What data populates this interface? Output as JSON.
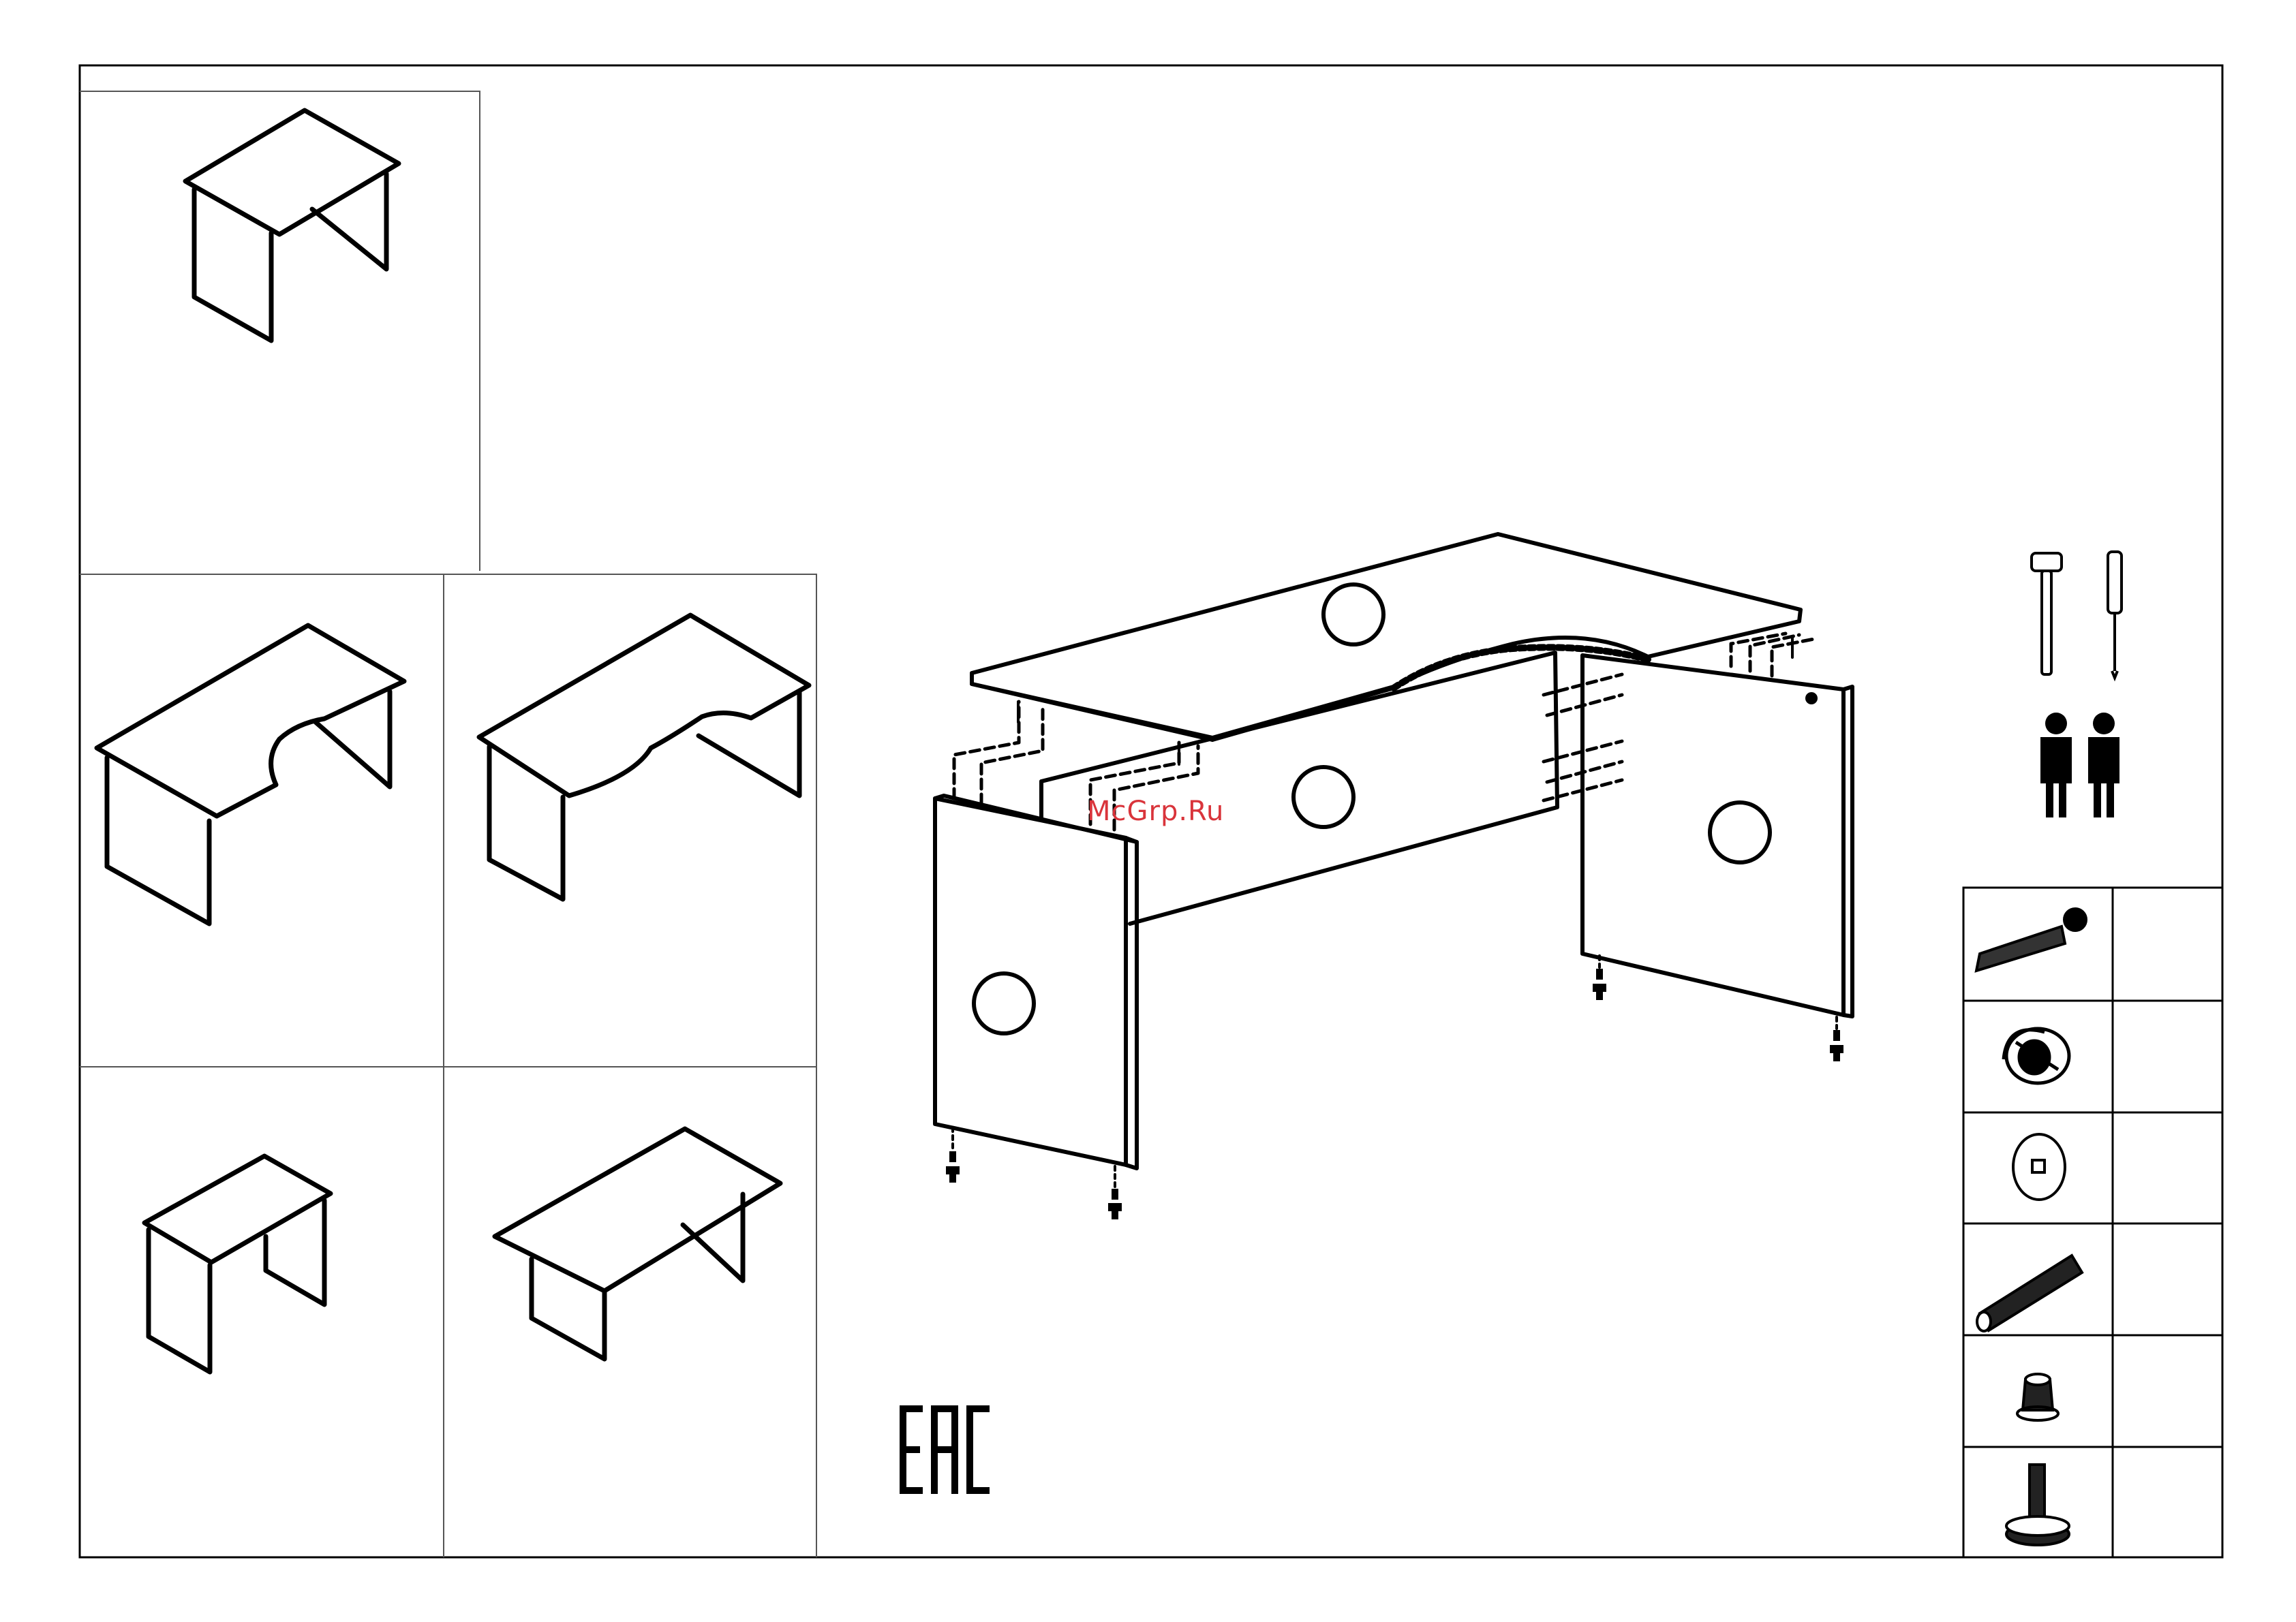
{
  "document": {
    "type": "furniture assembly instruction sheet",
    "watermark": "McGrp.Ru",
    "certification_mark": "EAC"
  },
  "variants": [
    {
      "name": "rectangular-desk-small"
    },
    {
      "name": "corner-desk-left"
    },
    {
      "name": "corner-desk-right"
    },
    {
      "name": "rectangular-desk-compact"
    },
    {
      "name": "rectangular-desk-wide"
    }
  ],
  "tools": [
    {
      "icon": "mallet-icon"
    },
    {
      "icon": "screwdriver-icon"
    }
  ],
  "people_required": {
    "icon": "two-persons-icon",
    "count": 2
  },
  "hardware": [
    {
      "icon": "cam-bolt-icon",
      "qty": ""
    },
    {
      "icon": "cam-lock-icon",
      "qty": ""
    },
    {
      "icon": "cap-icon",
      "qty": ""
    },
    {
      "icon": "dowel-icon",
      "qty": ""
    },
    {
      "icon": "insert-nut-icon",
      "qty": ""
    },
    {
      "icon": "leveling-foot-icon",
      "qty": ""
    }
  ]
}
